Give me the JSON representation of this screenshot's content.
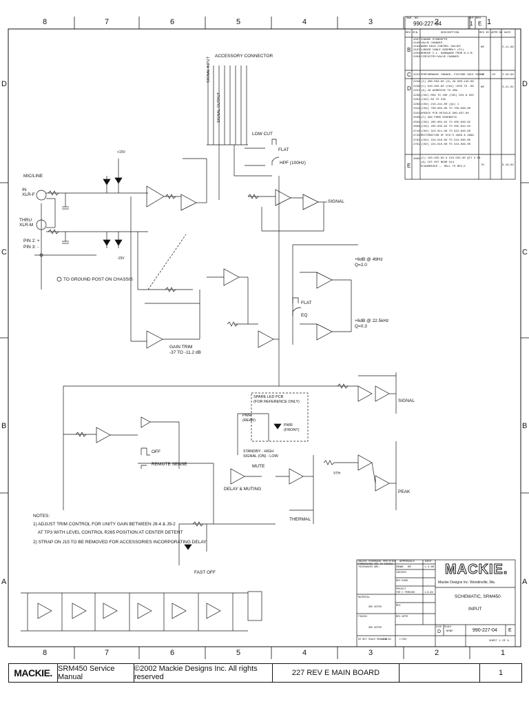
{
  "zones": {
    "columns_top": [
      "8",
      "7",
      "6",
      "5",
      "4",
      "3",
      "2",
      "1"
    ],
    "columns_bottom": [
      "8",
      "7",
      "6",
      "5",
      "4",
      "3",
      "2",
      "1"
    ],
    "rows_left": [
      "D",
      "C",
      "B",
      "A"
    ],
    "rows_right": [
      "D",
      "C",
      "B",
      "A"
    ]
  },
  "drawing_number_top": "990-227-04",
  "sheet_top": "1",
  "rev_top": "E",
  "dwg_no_label": "DWG. NO.",
  "sht_label": "SHT",
  "rev_label": "REV",
  "revision_header": {
    "rev": "REV",
    "ecn": "ECN",
    "description": "DESCRIPTION",
    "rev_by": "REV BY",
    "appr_by": "APPR BY",
    "date": "DATE"
  },
  "revisions": [
    {
      "rev": "B",
      "ecn": "2097\n2185\n2164\n2187\n2203\n2204",
      "description": "CHANGE STANDOFFS\nVALUE CHANGES\nWARN GAIN CONTROL VALUES\nLONGER CABLE ASSEMBLY (P1)\nREMOVE I.C. HARDWARE FROM B.O.M.\nCIRCUITRY/VALUE CHANGES",
      "rev_by": "KR",
      "appr_by": "",
      "date": "2-11-99"
    },
    {
      "rev": "C",
      "ecn": "2222",
      "description": "PERFORMANCE TWEAKS, FIXTURE HOLE SIZES",
      "rev_by": "LM",
      "appr_by": "LM",
      "date": "2-26-99"
    },
    {
      "rev": "D",
      "ecn": "2248\n2236\n2237\n2238\n2281\n2296\n2316\n2343\n2508\n2594\n2699\n2710\n2729\n2782\n2791",
      "description": "(1) 400-053-00 (A) 2A 000-145-00\n(C) 510-025-00 (CH2) LEDS TO -00\n(A) 2A ADHESIVE TO 25W\n(CH2) R58 TO 10K (CH2) D24 & D25\n(CH2) R2 TO 22K\n(CH2) 210-241-00 (Q1) 1\n(CH2) 700-603-00 TO 700-036-00\nUPDATE PCB DETAILS 300-637-00\n(C) 299 FROM SCHEMATIC\n(CH2) 205-001-02 TO 205-046-02\n(CH2) 205-032-02 TO 205-044-02\n(CH2) 322-011-00 TO 322-020-00\nREITERATION OF EC0'S 2699 & 2699\n(CH2) 224-010-00 TO 224-030-00\n(CH2) 224-010-00 TO 224-036-00",
      "rev_by": "KR",
      "appr_by": "",
      "date": "3-21-01"
    },
    {
      "rev": "E",
      "ecn": "4066",
      "description": "(C) 150-025-00 & 210-025-00 QTY 2 EA\n(A) CUT-OUT NEAR U14\nECONOMIZED -- ROLL TO REV.E",
      "rev_by": "TH",
      "appr_by": "",
      "date": "9-18-02"
    }
  ],
  "schematic_labels": {
    "accessory_connector": "ACCESSORY CONNECTOR",
    "signal_input": "SIGNAL INPUT",
    "signal_output": "SIGNAL OUTPUT",
    "low_cut": "LOW CUT",
    "flat": "FLAT",
    "hpf": "HPF (100Hz)",
    "mic_line": "MIC/LINE",
    "in_xlr": "IN\nXLR-F",
    "thru_xlr": "THRU\nXLR-M",
    "pin2": "PIN 2: +",
    "pin3": "PIN 3: -",
    "ground_post": "TO GROUND POST ON CHASSIS",
    "gain_trim": "GAIN TRIM\n-37 TO -11.2 dB",
    "signal": "SIGNAL",
    "eq1": "+6dB @ 49Hz\nQ=2.0",
    "eq2": "+6dB @ 22.5kHz\nQ=0.3",
    "flat2": "FLAT",
    "eq": "EQ",
    "spare_led": "SPARE LED PCB\n(FOR REFERENCE ONLY)",
    "pwr_rear": "PWR\n(REAR)",
    "pwr_front": "PWR\n(FRONT)",
    "standby": "STANDBY - HIGH\nSIGNAL (ON) - LOW",
    "remote_sense": "REMOTE SENSE",
    "off": "OFF",
    "delay_muting": "DELAY & MUTING",
    "mute": "MUTE",
    "thermal": "THERMAL",
    "signal2": "SIGNAL",
    "peak": "PEAK",
    "fast_off": "FAST OFF",
    "plus15v": "+15V",
    "minus15v": "-15V",
    "vth": "VTH"
  },
  "notes": {
    "title": "NOTES:",
    "lines": [
      "1) ADJUST TRIM CONTROL FOR UNITY GAIN BETWEEN J9-4 & J9-2",
      "    AT TP3 WITH LEVEL CONTROL R265 POSITION AT CENTER DETENT",
      "2) STRAP ON J15 TO BE REMOVED FOR ACCESSORIES INCORPORATING DELAY"
    ]
  },
  "title_block": {
    "unless_note": "UNLESS OTHERWISE SPECIFIED\nDIMENSIONS ARE IN INCHES\nTOLERANCES ARE:",
    "approvals": "APPROVALS",
    "date_hdr": "DATE",
    "drawn": "DRAWN",
    "drawn_by": "KR",
    "drawn_date": "1-4-99",
    "checked": "CHECKED",
    "mfg_engr": "MFG ENGR",
    "project": "PROJECT",
    "project_by": "FOR C PERKINS",
    "project_date": "1-8-99",
    "material": "MATERIAL",
    "material_val": "SEE NOTES",
    "mfg": "MFG",
    "finish": "FINISH",
    "finish_val": "SEE NOTES",
    "mfg_appr": "MFG APPR",
    "scale_note": "DO NOT SCALE DRAWING",
    "company_logo": "MACKIE.",
    "company": "Mackie Designs Inc.   Woodinville, Wa.",
    "title1": "SCHEMATIC, SRM450",
    "title2": "INPUT",
    "size_label": "SIZE",
    "size": "D",
    "scale_label": "SCALE",
    "scale": "NONE",
    "dwg_no": "990-227-04",
    "rev": "E",
    "sheet": "SHEET  1  OF  6",
    "lt104": "LT104",
    "date_scale": "1-8-99"
  },
  "footer": {
    "logo": "MACKIE.",
    "manual": "SRM450 Service Manual",
    "copyright": "©2002 Mackie Designs Inc. All rights reserved",
    "board": "227 REV E MAIN BOARD",
    "page": "1"
  }
}
